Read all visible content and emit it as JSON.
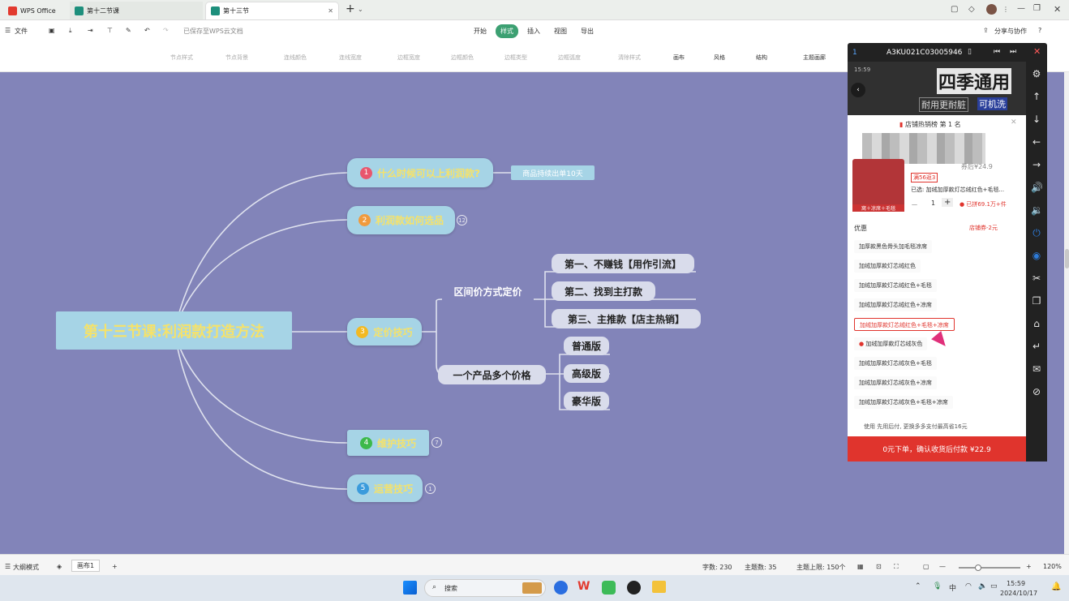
{
  "tabs": {
    "app": "WPS Office",
    "tab1": "第十二节课",
    "tab2": "第十三节"
  },
  "menubar": {
    "file": "文件",
    "saved": "已保存至WPS云文档",
    "items": [
      "开始",
      "样式",
      "插入",
      "视图",
      "导出"
    ],
    "share": "分享与协作"
  },
  "toolbar": {
    "items": [
      "节点样式",
      "节点背景",
      "连线颜色",
      "连线宽度",
      "边框宽度",
      "边框颜色",
      "边框类型",
      "边框弧度",
      "清除样式"
    ],
    "dark": [
      "画布",
      "风格",
      "结构",
      "主题画廊"
    ]
  },
  "mindmap": {
    "root": "第十三节课:利润款打造方法",
    "branches": [
      {
        "num": "1",
        "label": "什么时候可以上利润款?",
        "color": "#e8566d"
      },
      {
        "num": "2",
        "label": "利润款如何选品",
        "color": "#f09a3c",
        "badge": "12"
      },
      {
        "num": "3",
        "label": "定价技巧",
        "color": "#f2b922"
      },
      {
        "num": "4",
        "label": "维护技巧",
        "color": "#3cb94a",
        "badge": "7"
      },
      {
        "num": "5",
        "label": "运营技巧",
        "color": "#3a9bdc",
        "badge": "1"
      }
    ],
    "sub1": "商品持续出单10天",
    "price_a": "区间价方式定价",
    "price_a_items": [
      "第一、不赚钱【用作引流】",
      "第二、找到主打款",
      "第三、主推款【店主热销】"
    ],
    "price_b": "一个产品多个价格",
    "price_b_items": [
      "普通版",
      "高级版",
      "豪华版"
    ]
  },
  "panel": {
    "tab_num": "1",
    "device": "A3KU021C03005946",
    "time": "15:59",
    "banner": "四季通用",
    "banner_sub1": "耐用更耐脏",
    "banner_sub2": "可机洗",
    "rank": "店铺热销榜 第 1 名",
    "price_orig": "券后¥24.9",
    "coupon_tag": "满56返3",
    "selected": "已选: 加绒加厚款灯芯绒红色+毛毯...",
    "qty": "1",
    "sold": "已拼69.1万+件",
    "img_label": "窝＋凉席＋毛毯",
    "coupon_label": "优惠",
    "coupon_right": "店铺券-2元",
    "options": [
      "加厚款黑色骨头加毛毯凉席",
      "加绒加厚款灯芯绒红色",
      "加绒加厚款灯芯绒红色+毛毯",
      "加绒加厚款灯芯绒红色+凉席",
      "加绒加厚款灯芯绒红色+毛毯+凉席",
      "加绒加厚款灯芯绒灰色",
      "加绒加厚款灯芯绒灰色+毛毯",
      "加绒加厚款灯芯绒灰色+凉席",
      "加绒加厚款灯芯绒灰色+毛毯+凉席"
    ],
    "pay_note": "使用 先用后付, 更换多多支付最高省16元",
    "buy": "0元下单，确认收货后付款 ¥22.9"
  },
  "status": {
    "outline": "大纲模式",
    "canvas": "画布1",
    "words": "字数: 230",
    "topics": "主题数: 35",
    "limit": "主题上限: 150个",
    "zoom": "120%"
  },
  "taskbar": {
    "search": "搜索",
    "time": "15:59",
    "date": "2024/10/17",
    "ime": "中"
  }
}
